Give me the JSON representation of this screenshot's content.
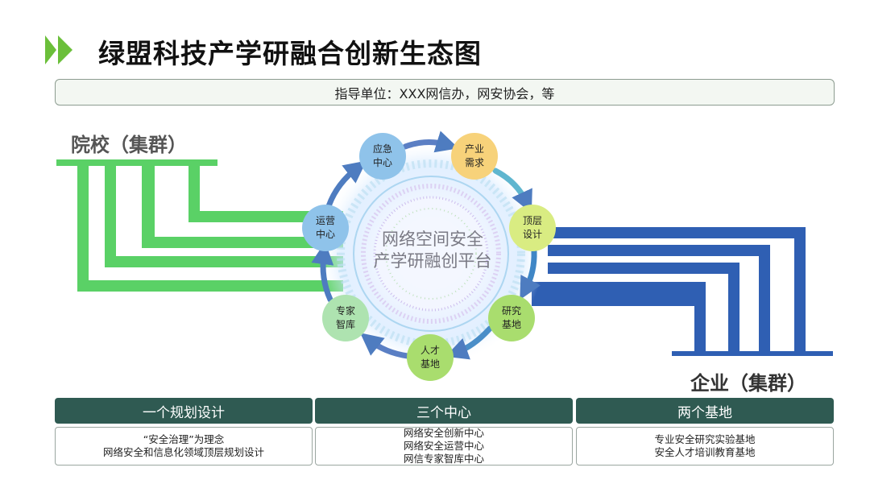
{
  "page": {
    "title": "绿盟科技产学研融合创新生态图"
  },
  "guidance": {
    "text": "指导单位：XXX网信办，网安协会，等"
  },
  "sides": {
    "left_title": "院校（集群）",
    "right_title": "企业（集群）"
  },
  "center": {
    "line1": "网络空间安全",
    "line2": "产学研融创平台"
  },
  "nodes": [
    {
      "line1": "应急",
      "line2": "中心",
      "color": "#8fc3ea"
    },
    {
      "line1": "产业",
      "line2": "需求",
      "color": "#f7d27a"
    },
    {
      "line1": "顶层",
      "line2": "设计",
      "color": "#d9ec82"
    },
    {
      "line1": "研究",
      "line2": "基地",
      "color": "#a9dd6e"
    },
    {
      "line1": "人才",
      "line2": "基地",
      "color": "#a9dd6e"
    },
    {
      "line1": "专家",
      "line2": "智库",
      "color": "#aee3b0"
    },
    {
      "line1": "运营",
      "line2": "中心",
      "color": "#8fc3ea"
    }
  ],
  "columns": [
    {
      "header": "一个规划设计",
      "lines": [
        "“安全治理”为理念",
        "网络安全和信息化领域顶层规划设计"
      ]
    },
    {
      "header": "三个中心",
      "lines": [
        "网络安全创新中心",
        "网络安全运营中心",
        "网信专家智库中心"
      ]
    },
    {
      "header": "两个基地",
      "lines": [
        "专业安全研究实验基地",
        "安全人才培训教育基地"
      ]
    }
  ],
  "colors": {
    "green_band": "#5ad166",
    "blue_band": "#2f5fb3",
    "header_bg": "#2f5a52",
    "accent": "#6bbf3a"
  }
}
